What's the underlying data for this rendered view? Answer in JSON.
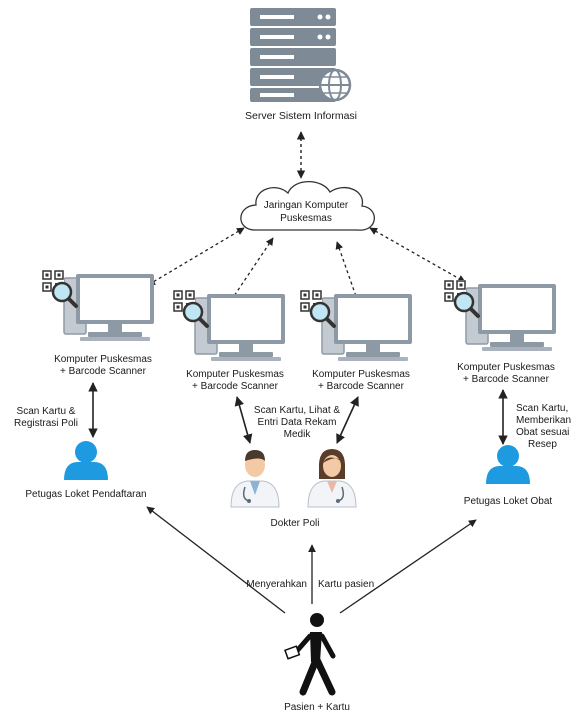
{
  "server": {
    "label": "Server Sistem Informasi"
  },
  "network": {
    "label_line1": "Jaringan Komputer",
    "label_line2": "Puskesmas"
  },
  "computers": [
    {
      "line1": "Komputer Puskesmas",
      "line2": "+ Barcode Scanner"
    },
    {
      "line1": "Komputer Puskesmas",
      "line2": "+ Barcode Scanner"
    },
    {
      "line1": "Komputer Puskesmas",
      "line2": "+ Barcode Scanner"
    },
    {
      "line1": "Komputer Puskesmas",
      "line2": "+ Barcode Scanner"
    }
  ],
  "actions": {
    "registration": {
      "line1": "Scan Kartu &",
      "line2": "Registrasi Poli"
    },
    "doctor": {
      "line1": "Scan Kartu, Lihat &",
      "line2": "Entri Data Rekam",
      "line3": "Medik"
    },
    "pharmacy": {
      "line1": "Scan Kartu,",
      "line2": "Memberikan",
      "line3": "Obat sesuai",
      "line4": "Resep"
    }
  },
  "actors": {
    "registration_officer": "Petugas Loket Pendaftaran",
    "doctor": "Dokter Poli",
    "pharmacy_officer": "Petugas Loket Obat",
    "patient": "Pasien + Kartu"
  },
  "handover": {
    "left": "Menyerahkan",
    "right": "Kartu pasien"
  },
  "colors": {
    "server": "#7f8a97",
    "monitor_frame": "#8e99a6",
    "monitor_screen": "#ffffff",
    "person_blue": "#1e9be0",
    "arrow": "#333333"
  },
  "icons": [
    "server-icon",
    "globe-icon",
    "cloud-icon",
    "computer-icon",
    "qr-code-icon",
    "magnifier-icon",
    "user-icon",
    "doctor-icon",
    "walking-person-icon"
  ]
}
